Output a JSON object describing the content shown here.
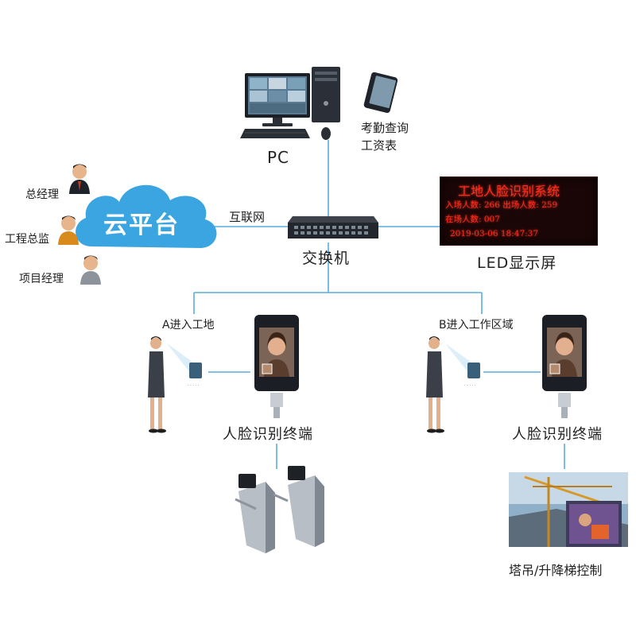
{
  "nodes": {
    "pc": "PC",
    "attendance": [
      "考勤查询",
      "工资表"
    ],
    "cloud": "云平台",
    "internet": "互联网",
    "switch": "交换机",
    "led_caption": "LED显示屏",
    "gm": "总经理",
    "chief_engineer": "工程总监",
    "project_manager": "项目经理",
    "entry_a": "A进入工地",
    "entry_b": "B进入工作区域",
    "terminal_a": "人脸识别终端",
    "terminal_b": "人脸识别终端",
    "crane": "塔吊/升降梯控制"
  },
  "led": {
    "title": "工地人脸识别系统",
    "line1": "入场人数: 266 出场人数: 259",
    "line2": "在场人数: 007",
    "time": "2019-03-06 18:47:37"
  },
  "colors": {
    "connector": "#5aaedc",
    "cloud": "#3aa5e0",
    "led_text": "#ff2a1a",
    "led_bg": "#1a0606"
  },
  "icons": [
    "monitor-icon",
    "tower-pc-icon",
    "keyboard-icon",
    "mouse-icon",
    "tablet-icon",
    "network-switch-icon",
    "person-icon",
    "face-terminal-icon",
    "turnstile-icon",
    "crane-photo"
  ]
}
